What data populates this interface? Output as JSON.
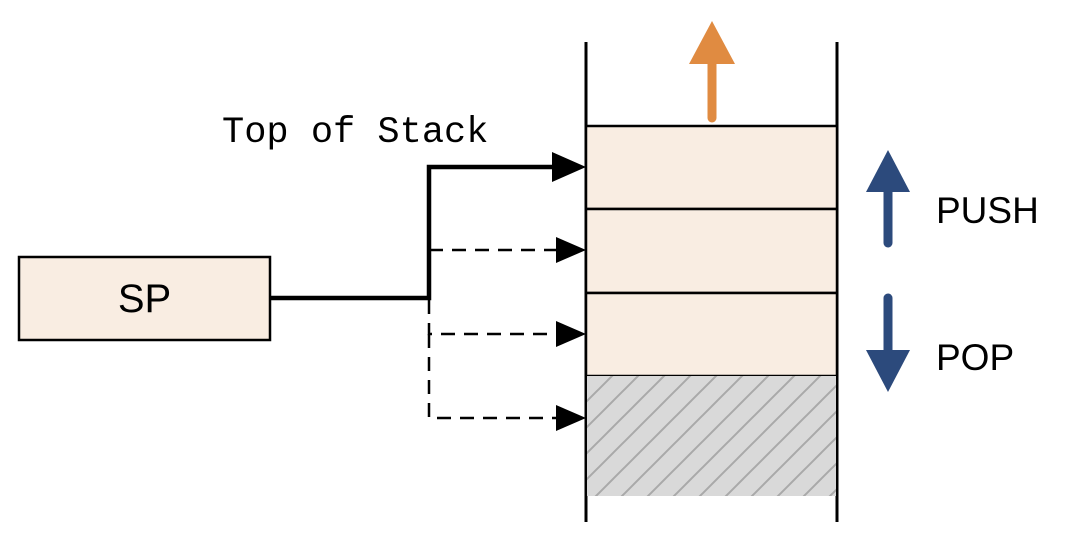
{
  "register": {
    "label": "SP"
  },
  "pointer_label": "Top of Stack",
  "operations": {
    "push": "PUSH",
    "pop": "POP"
  },
  "colors": {
    "slot_fill": "#f9ede2",
    "unused_fill": "#d9d9d9",
    "hatch": "#a9a9a9",
    "growth_arrow": "#e08b41",
    "op_arrow": "#2c4a7c",
    "line": "#000000"
  },
  "icons": {
    "growth": "orange-up-arrow-icon",
    "push": "blue-up-arrow-icon",
    "pop": "blue-down-arrow-icon"
  }
}
